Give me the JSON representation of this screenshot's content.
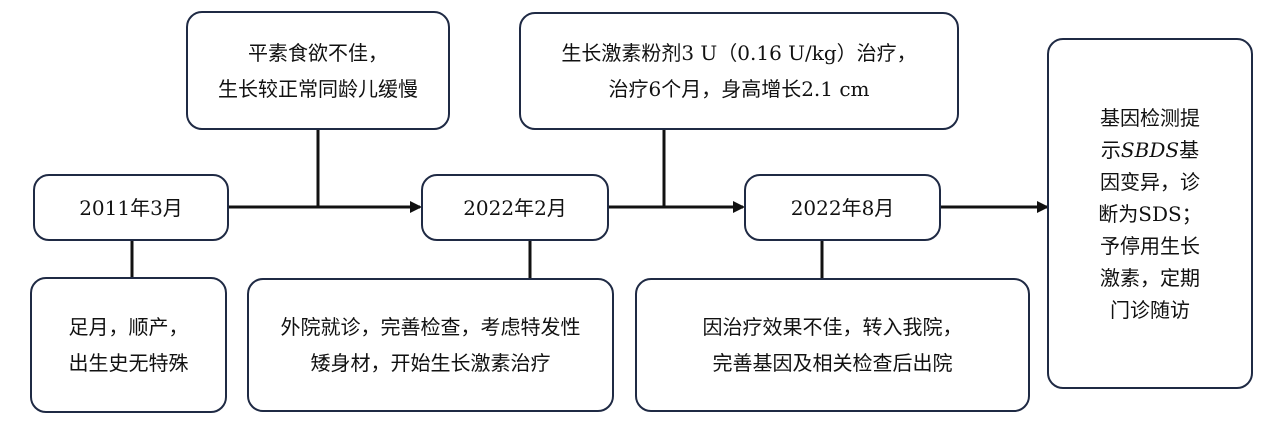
{
  "dates": {
    "d1": "2011年3月",
    "d2": "2022年2月",
    "d3": "2022年8月"
  },
  "events": {
    "e1": [
      "足月，顺产，",
      "出生史无特殊"
    ],
    "e2": [
      "平素食欲不佳，",
      "生长较正常同龄儿缓慢"
    ],
    "e3": [
      "外院就诊，完善检查，考虑特发性",
      "矮身材，开始生长激素治疗"
    ],
    "e4": [
      "生长激素粉剂3 U（0.16 U/kg）治疗，",
      "治疗6个月，身高增长2.1 cm"
    ],
    "e5": [
      "因治疗效果不佳，转入我院，",
      "完善基因及相关检查后出院"
    ]
  },
  "outcome": {
    "l1": "基因检测提",
    "l2a": "示",
    "l2b": "SBDS",
    "l2c": "基",
    "l3": "因变异，诊",
    "l4": "断为SDS；",
    "l5": "予停用生长",
    "l6": "激素，定期",
    "l7": "门诊随访"
  }
}
